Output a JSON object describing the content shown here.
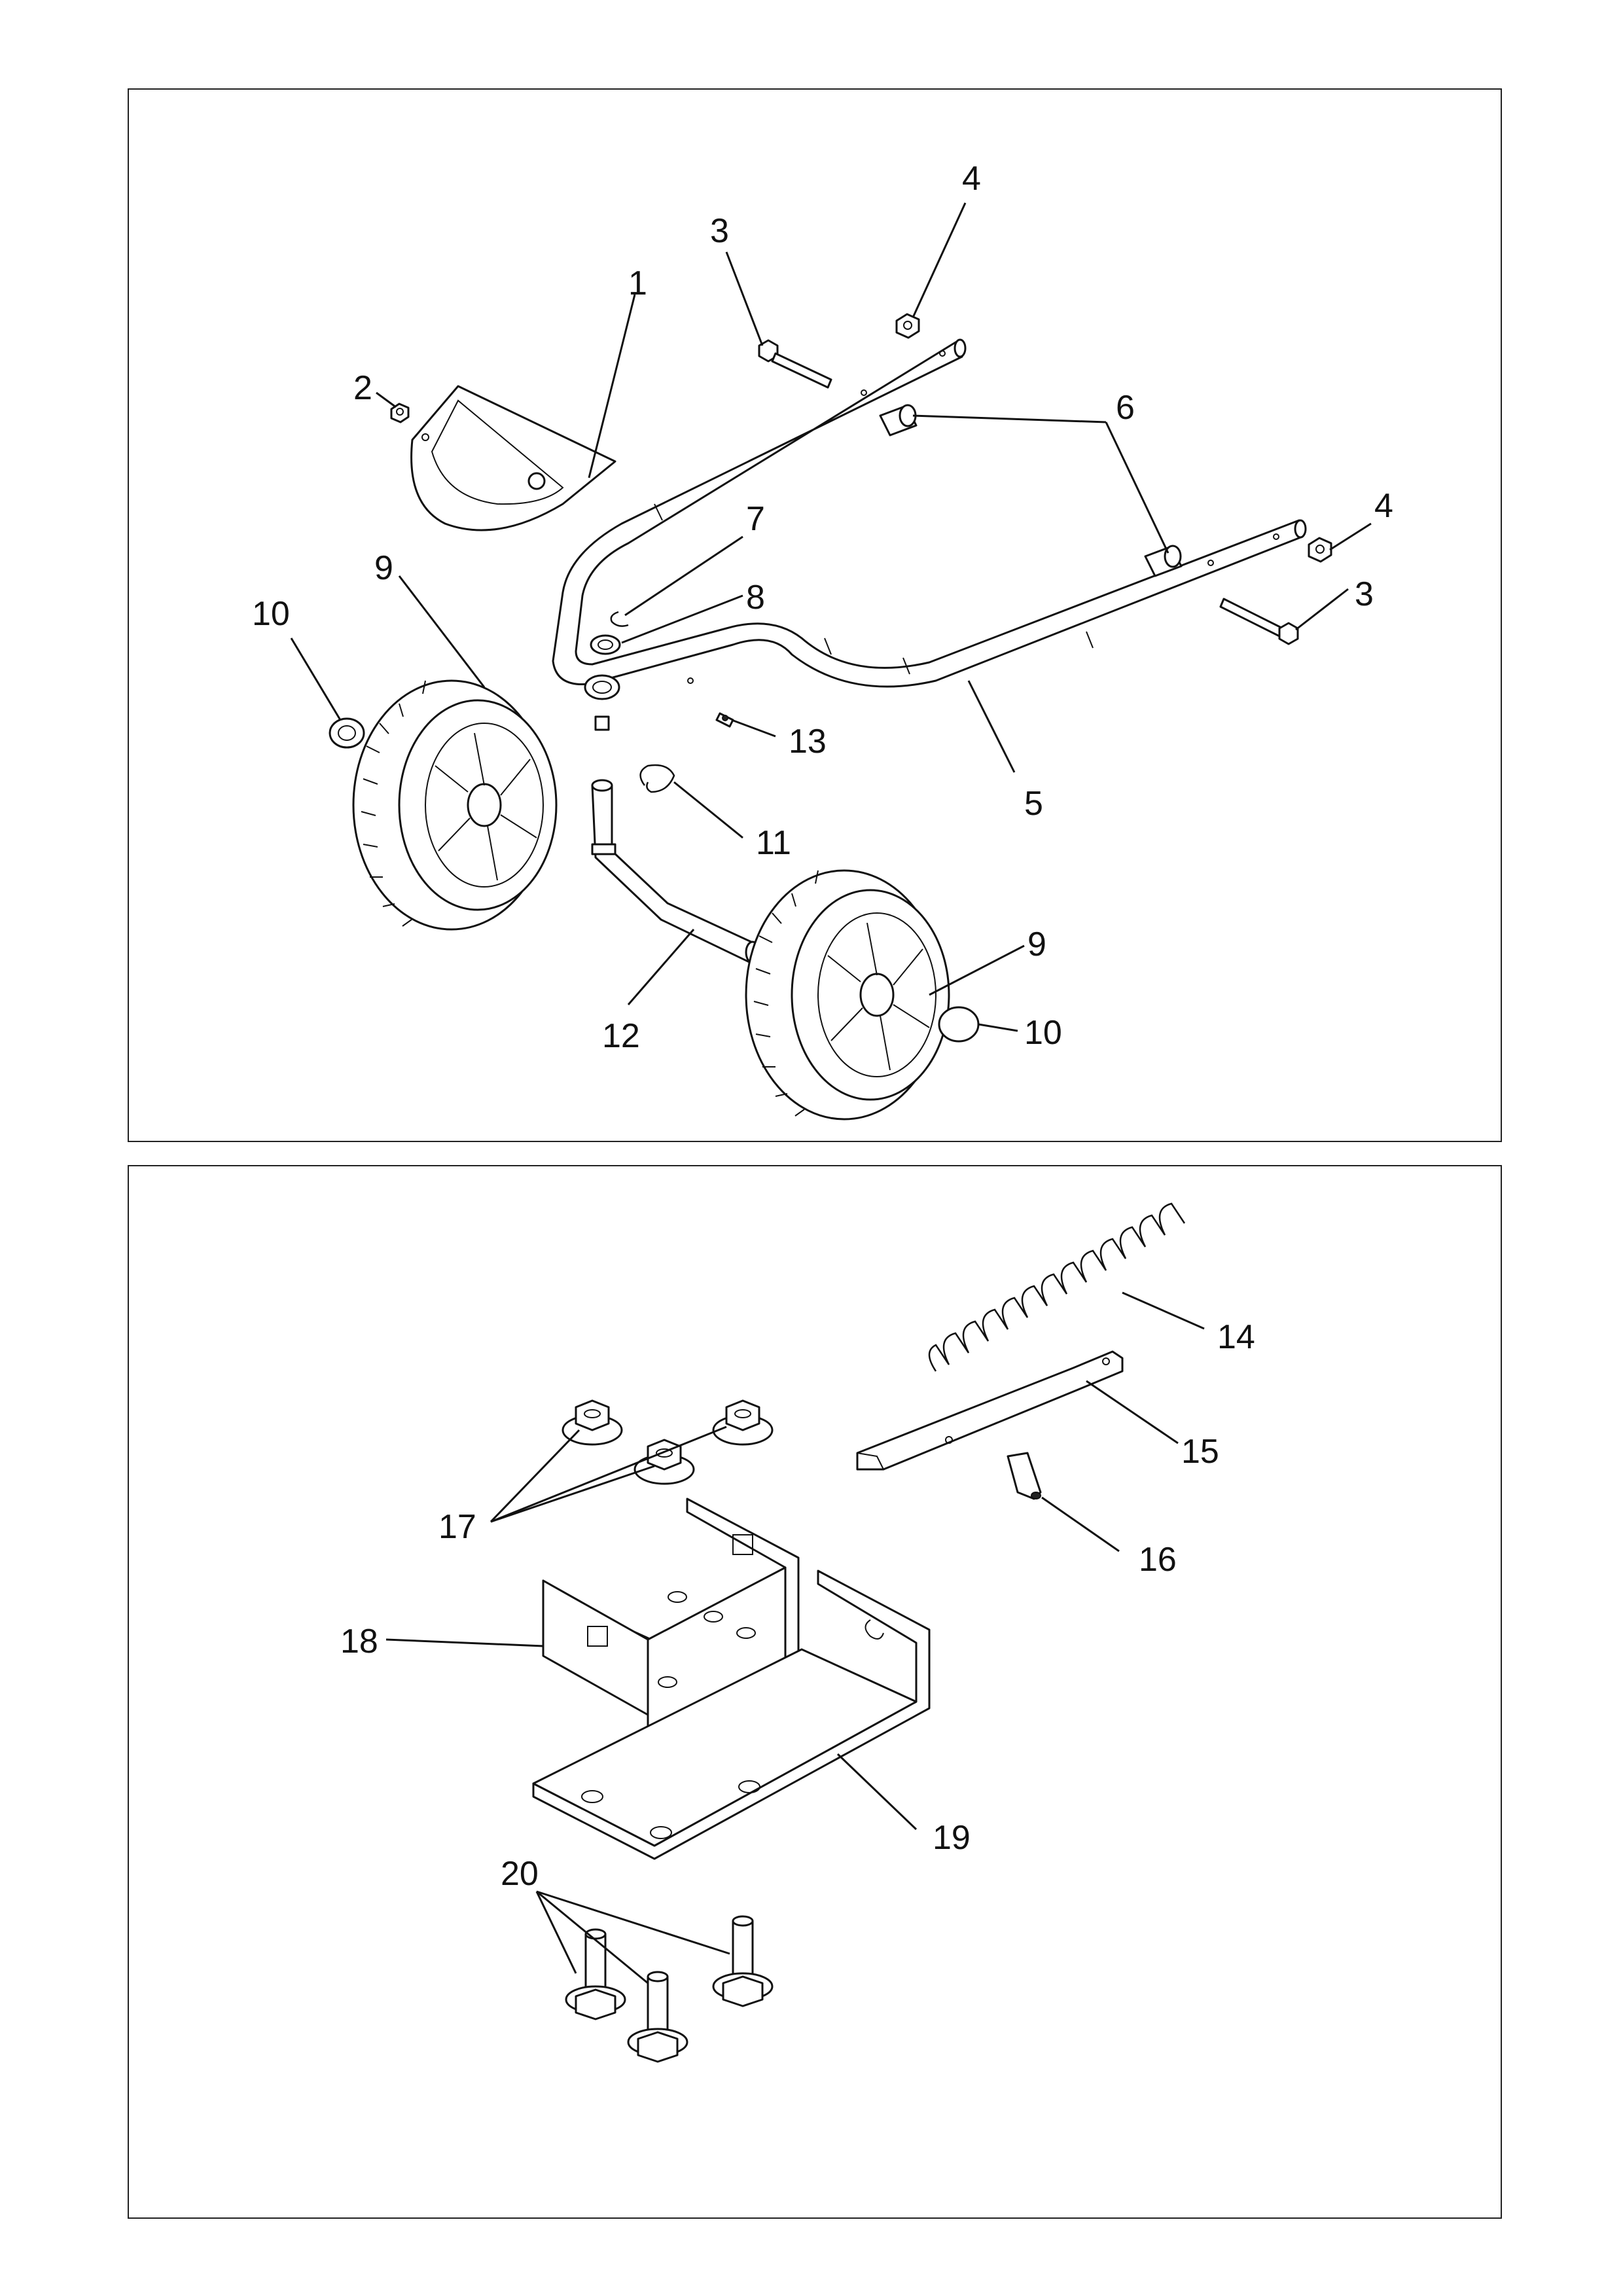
{
  "diagram": {
    "top_panel": {
      "callouts": [
        "1",
        "2",
        "3",
        "4",
        "6",
        "4",
        "3",
        "7",
        "8",
        "9",
        "10",
        "13",
        "5",
        "11",
        "9",
        "12",
        "10"
      ]
    },
    "bottom_panel": {
      "callouts": [
        "14",
        "15",
        "17",
        "16",
        "18",
        "19",
        "20"
      ]
    }
  }
}
